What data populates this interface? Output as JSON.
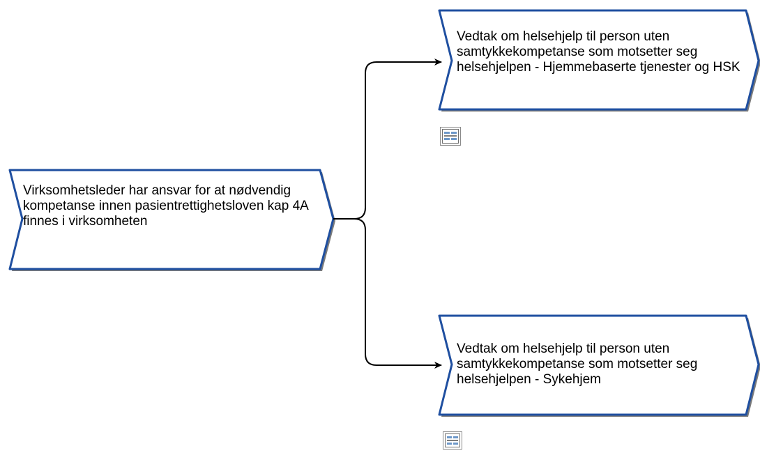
{
  "diagram": {
    "source": {
      "label": "Virksomhetsleder har ansvar for at nødvendig kompetanse innen pasientrettighetsloven kap 4A finnes i virksomheten"
    },
    "targets": [
      {
        "label": "Vedtak om helsehjelp til person uten samtykkekompetanse som motsetter seg helsehjelpen - Hjemmebaserte tjenester og HSK",
        "attachment_icon": "document-link-icon"
      },
      {
        "label": "Vedtak om helsehjelp til person uten samtykkekompetanse som motsetter seg helsehjelpen - Sykehjem",
        "attachment_icon": "document-link-icon"
      }
    ],
    "colors": {
      "node_border": "#1f4fa0",
      "node_shadow": "#7a7a7a",
      "node_fill": "#ffffff",
      "connector": "#000000"
    }
  }
}
